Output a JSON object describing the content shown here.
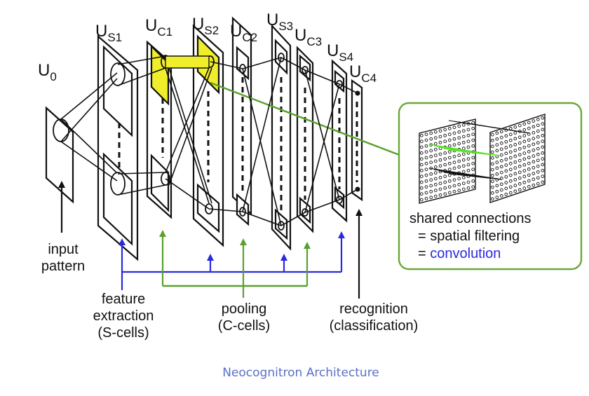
{
  "diagram": {
    "title": "Neocognitron Architecture",
    "colors": {
      "line": "#111111",
      "highlight_fill": "#f0ee2a",
      "s_cell_blue": "#2a2adc",
      "c_cell_green": "#5aa02c",
      "inset_border": "#6aa83a",
      "caption": "#5a6fc6"
    },
    "layers": [
      {
        "id": "U0",
        "base": "U",
        "sub": "0"
      },
      {
        "id": "US1",
        "base": "U",
        "sub": "S1"
      },
      {
        "id": "UC1",
        "base": "U",
        "sub": "C1"
      },
      {
        "id": "US2",
        "base": "U",
        "sub": "S2"
      },
      {
        "id": "UC2",
        "base": "U",
        "sub": "C2"
      },
      {
        "id": "US3",
        "base": "U",
        "sub": "S3"
      },
      {
        "id": "UC3",
        "base": "U",
        "sub": "C3"
      },
      {
        "id": "US4",
        "base": "U",
        "sub": "S4"
      },
      {
        "id": "UC4",
        "base": "U",
        "sub": "C4"
      }
    ],
    "labels": {
      "input": [
        "input",
        "pattern"
      ],
      "feature": [
        "feature",
        "extraction",
        "(S-cells)"
      ],
      "pooling": [
        "pooling",
        "(C-cells)"
      ],
      "recognition": [
        "recognition",
        "(classification)"
      ]
    },
    "inset": {
      "lines": [
        "shared connections",
        "= spatial filtering",
        "= "
      ],
      "highlight_word": "convolution"
    }
  }
}
